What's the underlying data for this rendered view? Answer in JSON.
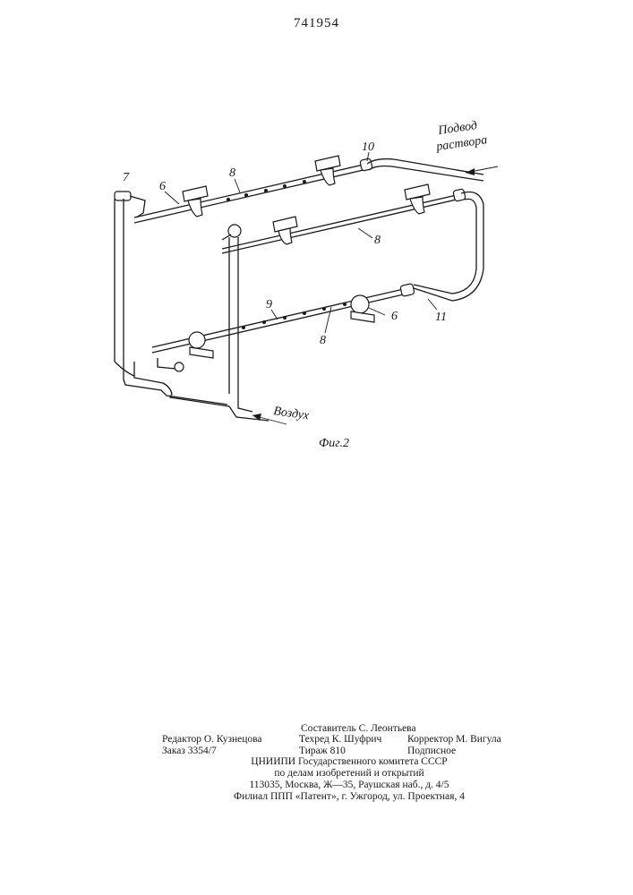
{
  "patent_number": "741954",
  "figure": {
    "caption": "Фиг.2",
    "labels": {
      "solution_supply": [
        "Подвод",
        "раствора"
      ],
      "air": "Воздух",
      "n6_a": "6",
      "n6_b": "6",
      "n7": "7",
      "n8_a": "8",
      "n8_b": "8",
      "n8_c": "8",
      "n9": "9",
      "n10": "10",
      "n11": "11"
    }
  },
  "imprint": {
    "editor": "Редактор О. Кузнецова",
    "order": "Заказ 3354/7",
    "compiler": "Составитель С. Леонтьева",
    "techred": "Техред К. Шуфрич",
    "circulation": "Тираж 810",
    "corrector": "Корректор М. Вигула",
    "subscription": "Подписное",
    "org_line1": "ЦНИИПИ Государственного комитета СССР",
    "org_line2": "по делам изобретений и открытий",
    "org_line3": "113035, Москва, Ж—35, Раушская наб., д. 4/5",
    "org_line4": "Филиал ППП «Патент», г. Ужгород, ул. Проектная, 4"
  }
}
